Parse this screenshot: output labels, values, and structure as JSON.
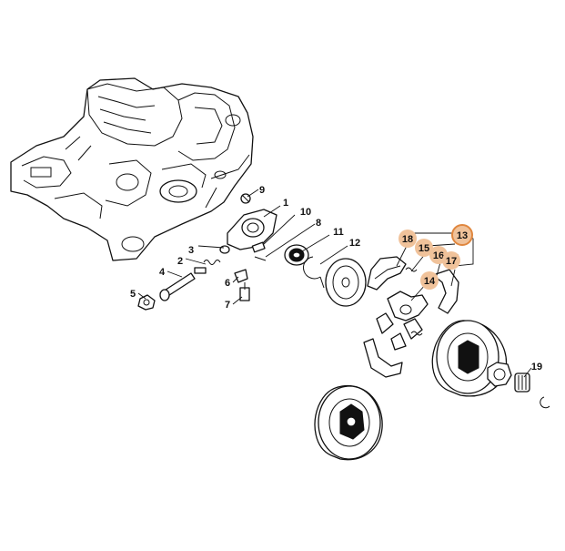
{
  "diagram": {
    "highlight_color": "#f0c29a",
    "highlight_ring_color": "#e0873f",
    "callouts": [
      {
        "id": "c1",
        "label": "1"
      },
      {
        "id": "c2",
        "label": "2"
      },
      {
        "id": "c3",
        "label": "3"
      },
      {
        "id": "c4",
        "label": "4"
      },
      {
        "id": "c5",
        "label": "5"
      },
      {
        "id": "c6",
        "label": "6"
      },
      {
        "id": "c7",
        "label": "7"
      },
      {
        "id": "c8",
        "label": "8"
      },
      {
        "id": "c9",
        "label": "9"
      },
      {
        "id": "c10",
        "label": "10"
      },
      {
        "id": "c11",
        "label": "11"
      },
      {
        "id": "c12",
        "label": "12"
      },
      {
        "id": "c13",
        "label": "13",
        "highlighted": true,
        "ringed": true
      },
      {
        "id": "c14",
        "label": "14",
        "highlighted": true
      },
      {
        "id": "c15",
        "label": "15",
        "highlighted": true
      },
      {
        "id": "c16",
        "label": "16",
        "highlighted": true
      },
      {
        "id": "c17",
        "label": "17",
        "highlighted": true
      },
      {
        "id": "c18",
        "label": "18",
        "highlighted": true
      },
      {
        "id": "c19",
        "label": "19"
      }
    ]
  }
}
